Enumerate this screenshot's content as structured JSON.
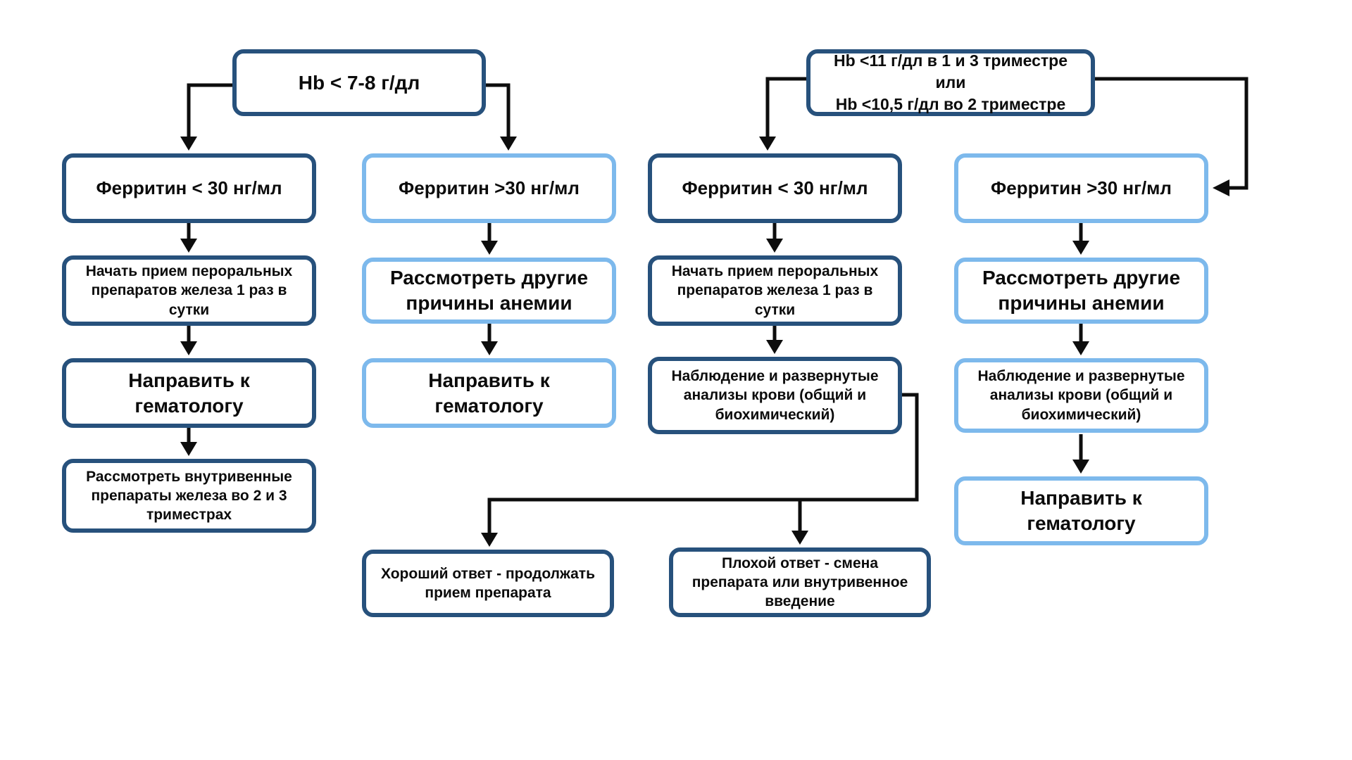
{
  "diagram": {
    "description": "Anemia management flowchart (Russian)",
    "colors": {
      "dark_border": "#27517c",
      "light_border": "#7db9ec",
      "connector": "#0d0d0d",
      "background": "#ffffff",
      "text": "#0b0b0b"
    },
    "nodes": {
      "hb_low": {
        "text": "Hb < 7-8 г/дл",
        "style": "dark"
      },
      "hb_pregnancy": {
        "text": "Hb <11 г/дл в 1 и 3 триместре или\nHb <10,5 г/дл во 2 триместре",
        "style": "dark"
      },
      "ferritin_low_left": {
        "text": "Ферритин < 30 нг/мл",
        "style": "dark"
      },
      "ferritin_high_left": {
        "text": "Ферритин >30 нг/мл",
        "style": "light"
      },
      "ferritin_low_right": {
        "text": "Ферритин < 30 нг/мл",
        "style": "dark"
      },
      "ferritin_high_right": {
        "text": "Ферритин >30 нг/мл",
        "style": "light"
      },
      "oral_iron_left": {
        "text": "Начать прием пероральных\nпрепаратов железа 1 раз в\nсутки",
        "style": "dark"
      },
      "other_causes_left": {
        "text": "Рассмотреть другие\nпричины анемии",
        "style": "light"
      },
      "oral_iron_right": {
        "text": "Начать прием пероральных\nпрепаратов железа 1 раз в\nсутки",
        "style": "dark"
      },
      "other_causes_right": {
        "text": "Рассмотреть другие\nпричины анемии",
        "style": "light"
      },
      "hematologist_left": {
        "text": "Направить к\nгематологу",
        "style": "dark"
      },
      "hematologist_mid": {
        "text": "Направить к\nгематологу",
        "style": "light"
      },
      "monitoring_left": {
        "text": "Наблюдение и развернутые\nанализы крови (общий и\nбиохимический)",
        "style": "dark"
      },
      "monitoring_right": {
        "text": "Наблюдение и развернутые\nанализы крови (общий и\nбиохимический)",
        "style": "light"
      },
      "iv_iron": {
        "text": "Рассмотреть внутривенные\nпрепараты железа во 2 и 3\nтриместрах",
        "style": "dark"
      },
      "hematologist_right": {
        "text": "Направить к\nгематологу",
        "style": "light"
      },
      "good_response": {
        "text": "Хороший ответ - продолжать\nприем препарата",
        "style": "dark"
      },
      "bad_response": {
        "text": "Плохой ответ - смена\nпрепарата или внутривенное\nвведение",
        "style": "dark"
      }
    }
  }
}
